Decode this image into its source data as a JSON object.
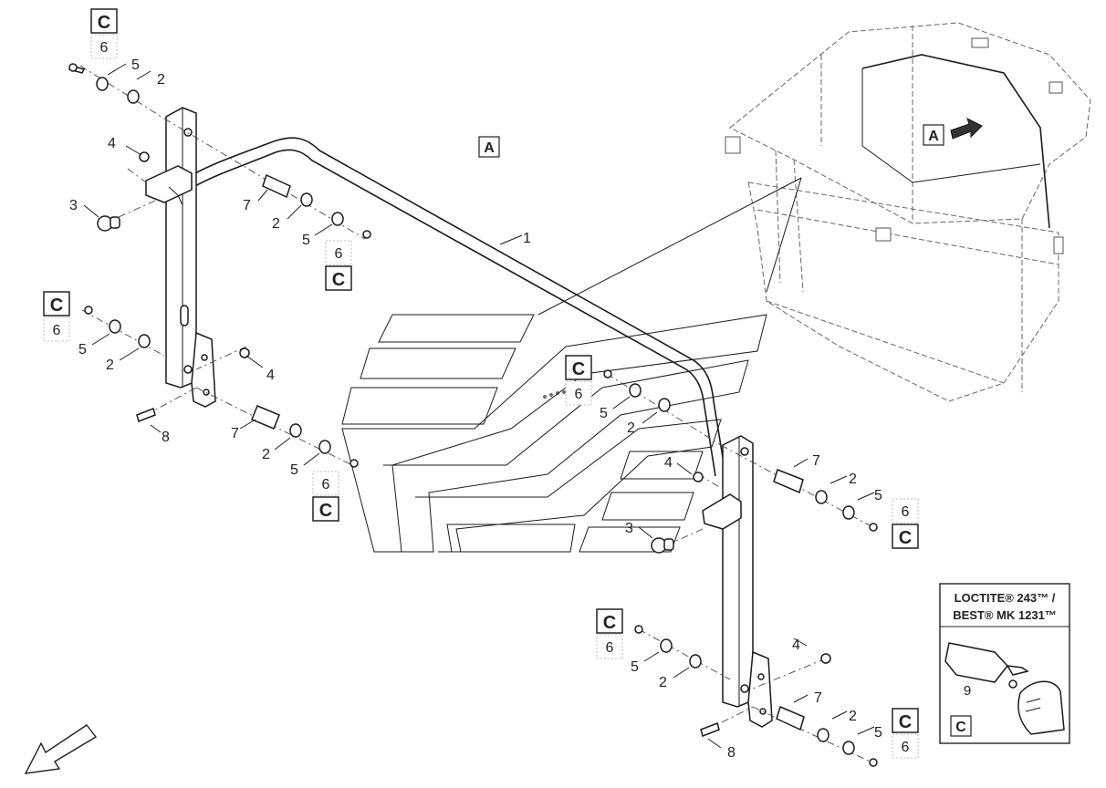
{
  "view_labels": {
    "main": "A",
    "cab": "A"
  },
  "c_boxes": {
    "letter": "C",
    "number": "6"
  },
  "callouts": {
    "tl_5": "5",
    "tl_2": "2",
    "tl_4": "4",
    "tl_3": "3",
    "tl_7": "7",
    "tl_2b": "2",
    "tl_5b": "5",
    "rail_1": "1",
    "ml_5": "5",
    "ml_2": "2",
    "ml_4": "4",
    "ml_8": "8",
    "ml_7": "7",
    "ml_2b": "2",
    "ml_5b": "5",
    "rt_5": "5",
    "rt_2": "2",
    "rt_4": "4",
    "rt_3": "3",
    "rt_7": "7",
    "rt_2b": "2",
    "rt_5b": "5",
    "rl_5": "5",
    "rl_2": "2",
    "rl_4": "4",
    "rl_7": "7",
    "rl_2b": "2",
    "rl_5b": "5",
    "rl_8": "8"
  },
  "legend": {
    "line1": "LOCTITE® 243™ /",
    "line2": "BEST® MK 1231™",
    "callout": "9",
    "letter": "C"
  }
}
